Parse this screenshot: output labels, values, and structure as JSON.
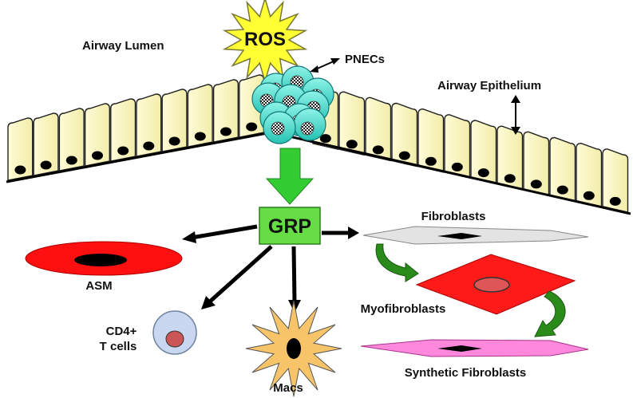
{
  "labels": {
    "ros": "ROS",
    "pnecs": "PNECs",
    "airway_lumen": "Airway Lumen",
    "airway_epithelium": "Airway Epithelium",
    "grp": "GRP",
    "asm": "ASM",
    "cd4_line1": "CD4+",
    "cd4_line2": "T cells",
    "macs": "Macs",
    "fibroblasts": "Fibroblasts",
    "myofibroblasts": "Myofibroblasts",
    "synthetic_fibroblasts": "Synthetic Fibroblasts"
  },
  "colors": {
    "ros_burst": "#ffff33",
    "epithelial_cell": "#fbf7c0",
    "pnec_cell": "#40d8c8",
    "down_arrow": "#33cc33",
    "grp_box": "#66dd44",
    "asm": "#ff1010",
    "t_cell": "#c9d8f0",
    "t_cell_nucleus": "#cc5555",
    "macrophage": "#f7c46a",
    "fibroblast": "#e3e3e3",
    "myofibroblast": "#ff1a1a",
    "myofibroblast_nucleus": "#dd5555",
    "synthetic_fibroblast": "#ff88dd",
    "transition_arrow": "#2a8a1a"
  },
  "icons": [
    "ros-burst-icon",
    "pnec-cluster-icon",
    "epithelial-cell-icon",
    "grp-arrow-icon",
    "asm-cell-icon",
    "t-cell-icon",
    "macrophage-icon",
    "fibroblast-icon",
    "myofibroblast-icon",
    "synthetic-fibroblast-icon"
  ]
}
